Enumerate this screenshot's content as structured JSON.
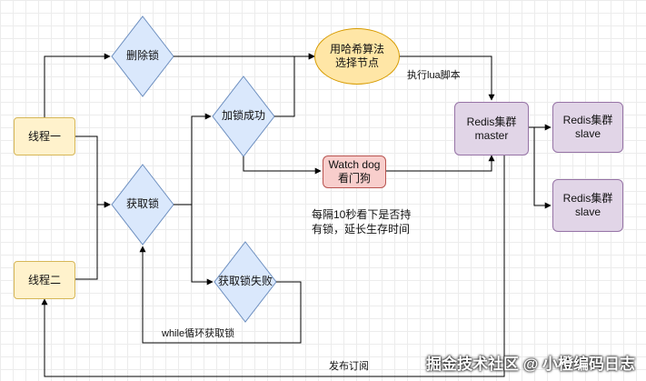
{
  "nodes": {
    "thread1": "线程一",
    "thread2": "线程二",
    "delete_lock": "删除锁",
    "acquire_lock": "获取锁",
    "lock_success": "加锁成功",
    "lock_fail": "获取锁失败",
    "hash_select": "用哈希算法选择节点",
    "watchdog": "Watch dog\n看门狗",
    "redis_master": "Redis集群\nmaster",
    "redis_slave1": "Redis集群\nslave",
    "redis_slave2": "Redis集群\nslave"
  },
  "edge_labels": {
    "lua": "执行lua脚本",
    "watchdog_check": "每隔10秒看下是否持\n有锁，延长生存时间",
    "while_loop": "while循环获取锁",
    "publish": "发布订阅"
  },
  "watermark": "掘金技术社区 @ 小橙编码日志",
  "colors": {
    "diamond_fill": "#dae8fc",
    "diamond_stroke": "#6c8ebf",
    "thread_fill": "#fff2cc",
    "redis_fill": "#e1d5e7",
    "watchdog_fill": "#f8cecc",
    "ellipse_fill": "#ffe6a6"
  }
}
